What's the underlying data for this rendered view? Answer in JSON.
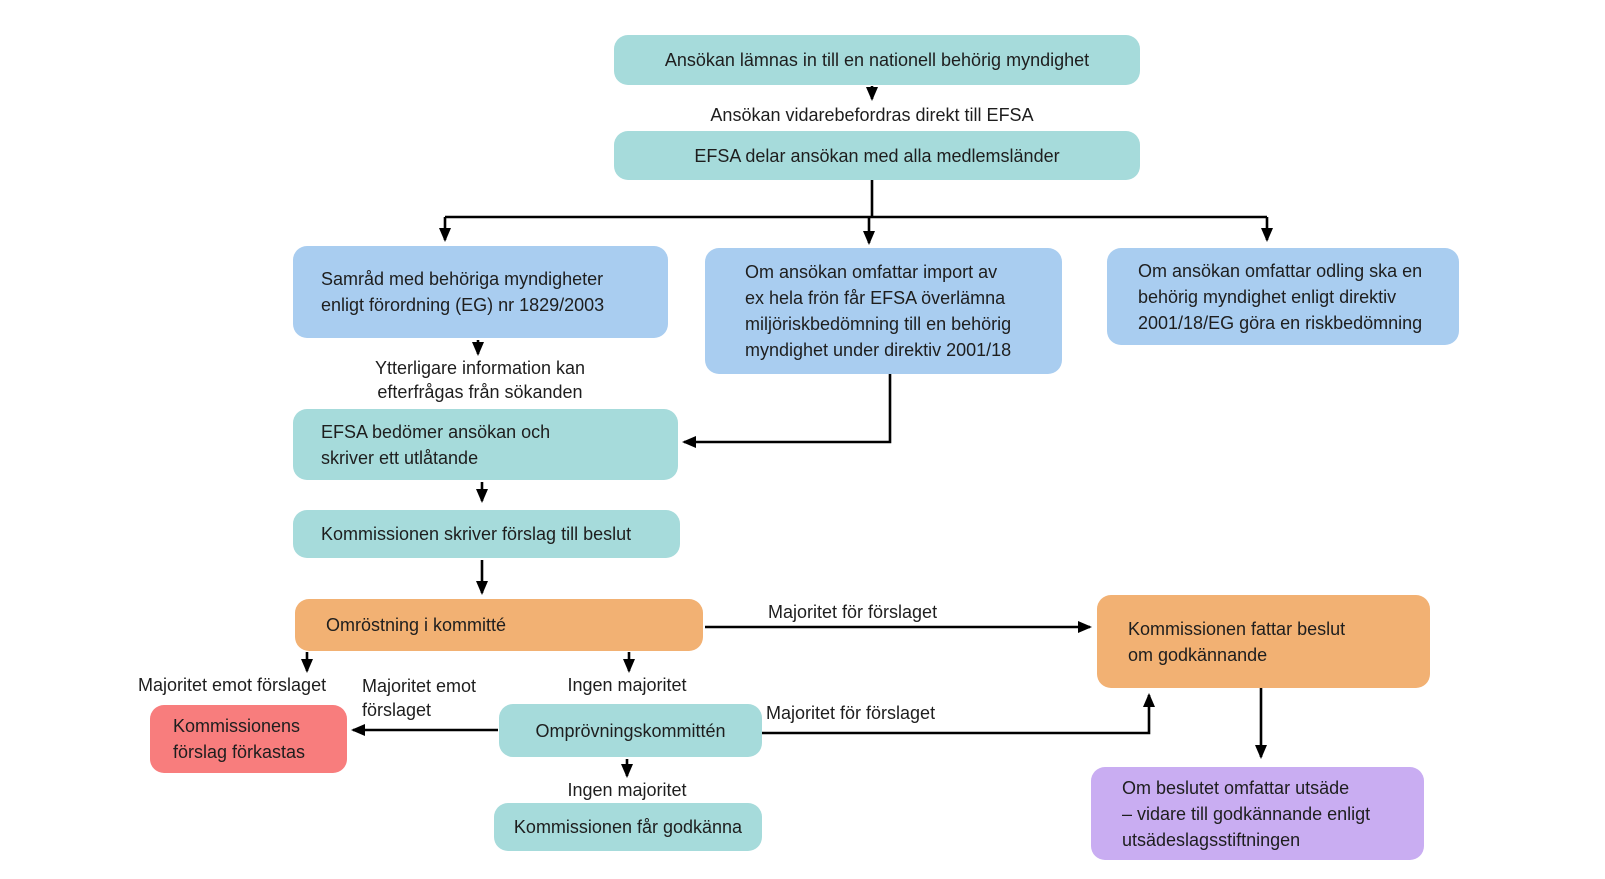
{
  "diagram": {
    "background": "#ffffff",
    "colors": {
      "teal": "#a6dbdb",
      "blue": "#a9cdf0",
      "orange": "#f2b173",
      "red": "#f87d7d",
      "purple": "#c9adf2",
      "text": "#1e1e1e",
      "arrow": "#000000"
    },
    "nodes": {
      "submit": "Ansökan lämnas in till en nationell behörig myndighet",
      "share": "EFSA delar ansökan med alla medlemsländer",
      "consult": "Samråd med behöriga myndigheter\nenligt förordning (EG) nr 1829/2003",
      "import": "Om ansökan omfattar import av\nex hela frön får EFSA överlämna\nmiljöriskbedömning till en behörig\nmyndighet under direktiv 2001/18",
      "cultivation": "Om ansökan omfattar odling ska en\nbehörig myndighet enligt direktiv\n2001/18/EG göra en riskbedömning",
      "assess": "EFSA bedömer ansökan och\nskriver ett utlåtande",
      "draft": "Kommissionen skriver förslag till beslut",
      "vote": "Omröstning i kommitté",
      "rejected": "Kommissionens\nförslag förkastas",
      "review": "Omprövningskommittén",
      "approve": "Kommissionen får godkänna",
      "decision": "Kommissionen fattar beslut\nom godkännande",
      "seed": "Om beslutet omfattar utsäde\n– vidare till godkännande enligt\nutsädeslagsstiftningen"
    },
    "labels": {
      "forward": "Ansökan vidarebefordras direkt till EFSA",
      "more_info": "Ytterligare information kan\nefterfrågas från sökanden",
      "majority_for_1": "Majoritet för förslaget",
      "majority_against_1": "Majoritet emot förslaget",
      "majority_against_2": "Majoritet emot\nförslaget",
      "no_majority_1": "Ingen majoritet",
      "majority_for_2": "Majoritet för förslaget",
      "no_majority_2": "Ingen majoritet"
    }
  }
}
